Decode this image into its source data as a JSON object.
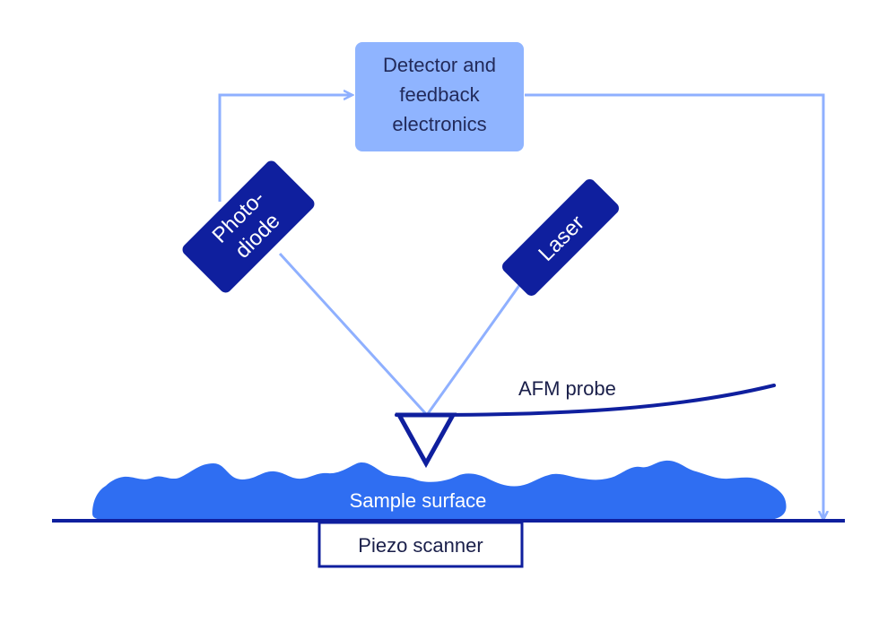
{
  "colors": {
    "light_blue": "#8fb4ff",
    "line_blue": "#8fb0ff",
    "navy": "#0f1f9e",
    "sample_blue": "#2f6ef2",
    "text_dark": "#1a1f4a",
    "white": "#ffffff"
  },
  "detector": {
    "line1": "Detector and",
    "line2": "feedback",
    "line3": "electronics"
  },
  "photodiode": {
    "line1": "Photo-",
    "line2": "diode"
  },
  "laser": {
    "label": "Laser"
  },
  "probe": {
    "label": "AFM probe"
  },
  "sample": {
    "label": "Sample surface"
  },
  "scanner": {
    "label": "Piezo scanner"
  }
}
